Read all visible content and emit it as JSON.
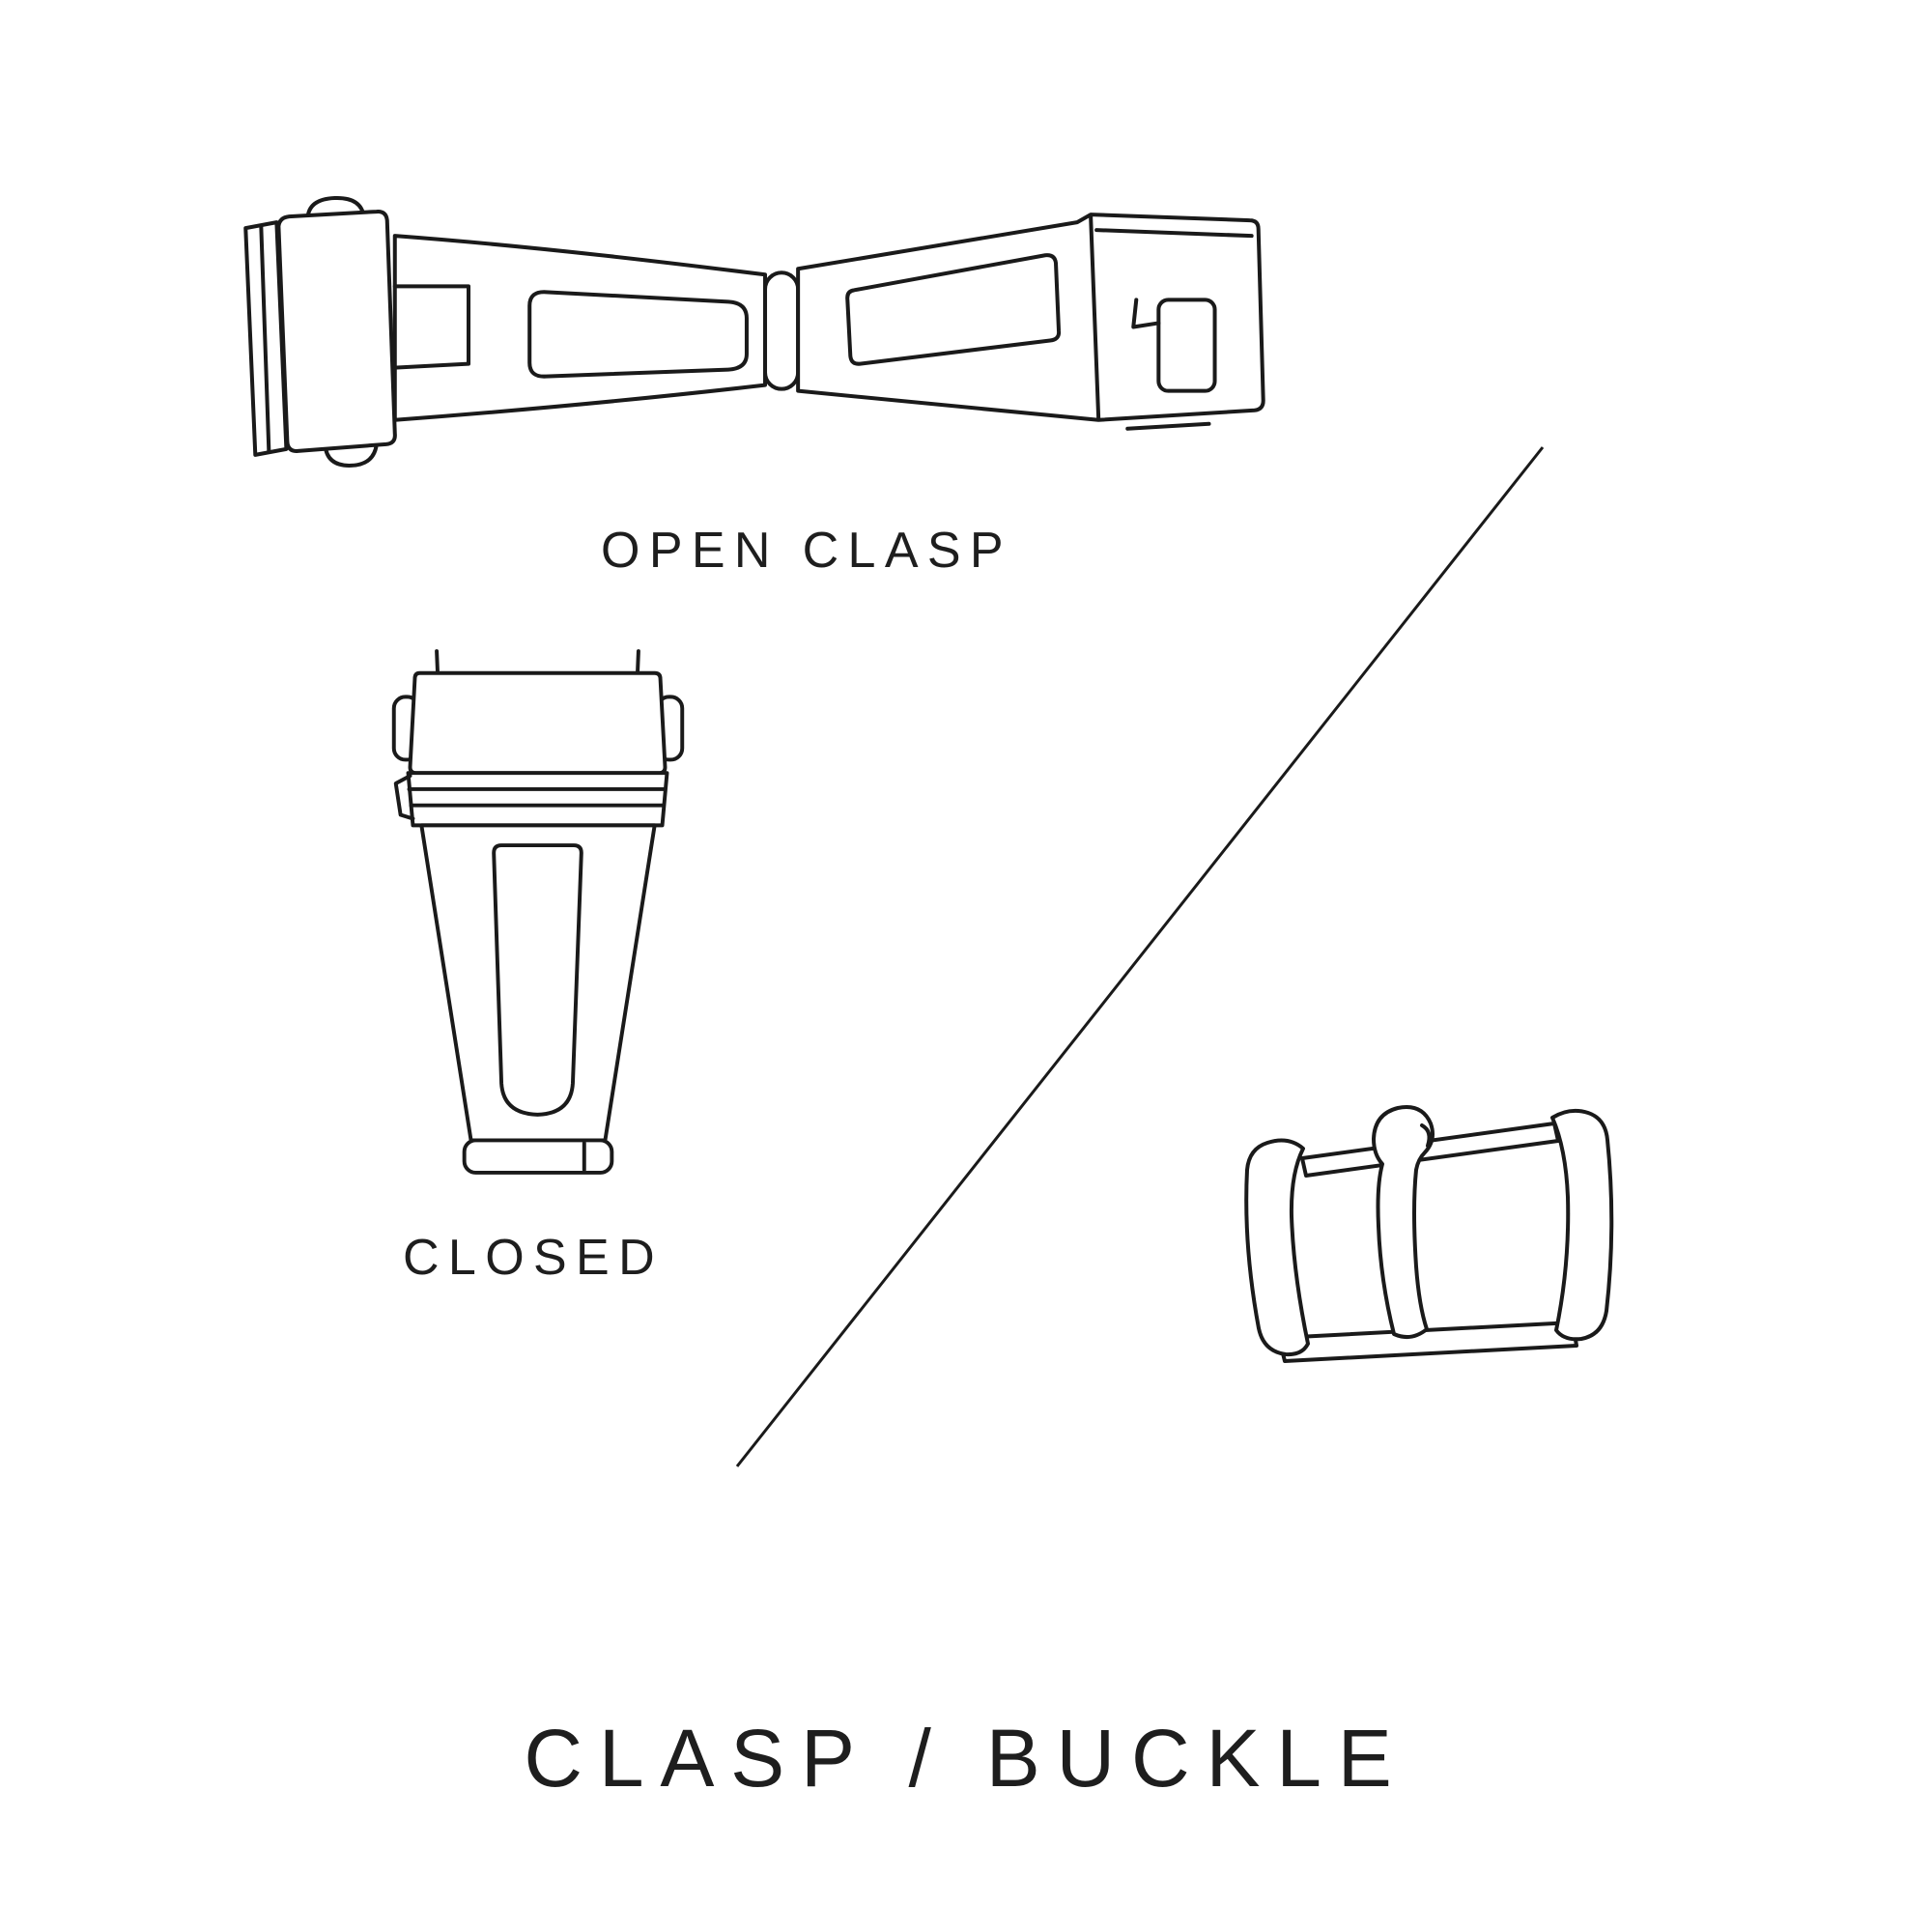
{
  "page": {
    "title": "CLASP / BUCKLE",
    "background_color": "#ffffff",
    "line_color": "#1a1a1a",
    "text_color": "#1e1e1e"
  },
  "figures": {
    "open_clasp": {
      "label": "OPEN CLASP",
      "icon": "open-clasp-illustration"
    },
    "closed_clasp": {
      "label": "CLOSED",
      "icon": "closed-clasp-illustration"
    },
    "buckle": {
      "icon": "buckle-illustration"
    }
  },
  "divider": {
    "icon": "diagonal-divider-line"
  }
}
